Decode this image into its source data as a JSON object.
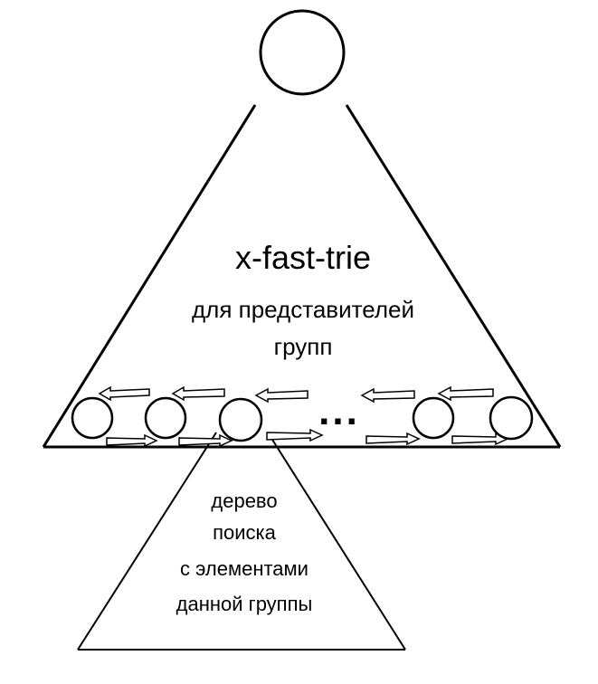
{
  "diagram": {
    "title": "x-fast-trie",
    "subtitle_lines": [
      "для представителей",
      "групп"
    ],
    "group_tree_lines": [
      "дерево",
      "поиска",
      "с элементами",
      "данной группы"
    ],
    "ellipsis": "..."
  },
  "colors": {
    "stroke": "#000000",
    "fill": "#ffffff"
  }
}
